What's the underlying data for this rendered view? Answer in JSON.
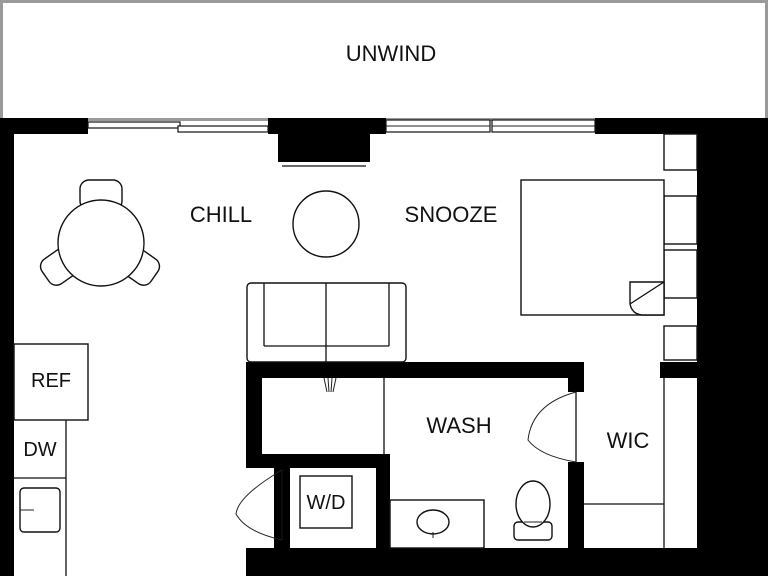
{
  "rooms": {
    "balcony": "UNWIND",
    "living": "CHILL",
    "bedroom": "SNOOZE",
    "bathroom": "WASH",
    "closet": "WIC"
  },
  "appliances": {
    "refrigerator": "REF",
    "dishwasher": "DW",
    "laundry": "W/D"
  },
  "colors": {
    "wall": "#000000",
    "line": "#111111",
    "background": "#ffffff",
    "balcony_frame": "#9a9a9a"
  }
}
